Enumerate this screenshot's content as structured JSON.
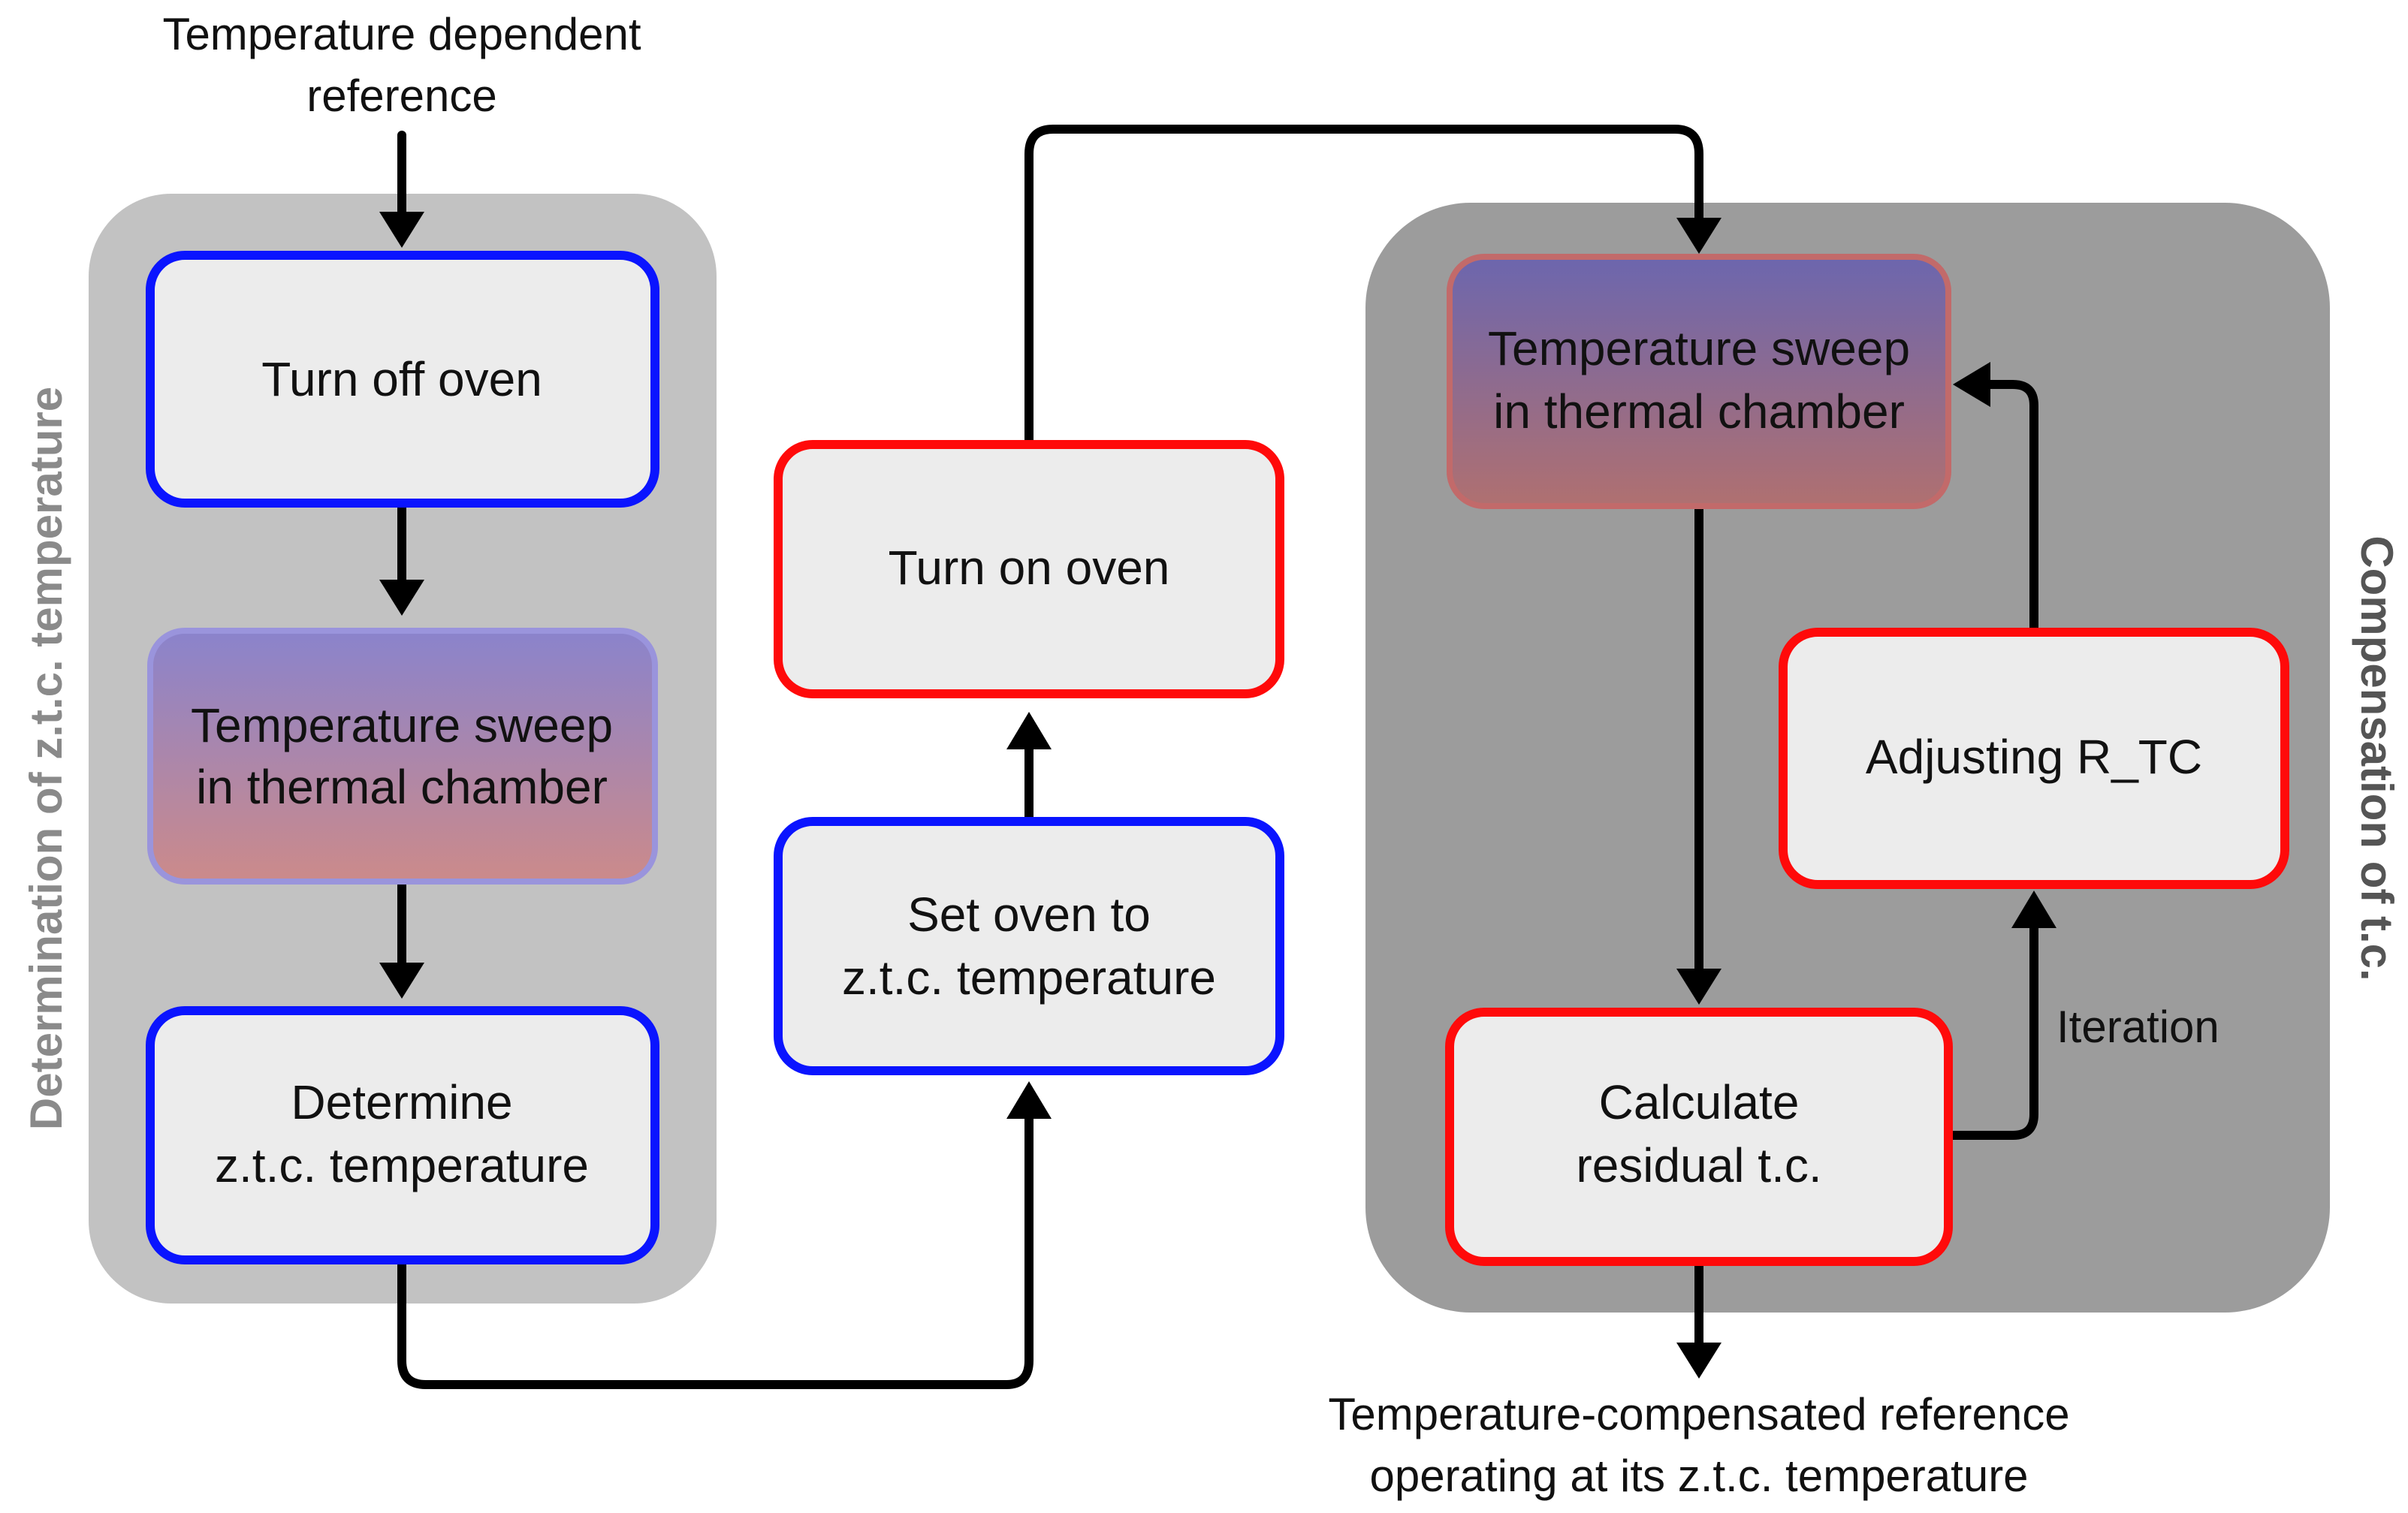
{
  "diagram": {
    "input_label_lines": [
      "Temperature dependent",
      "reference"
    ],
    "output_label_lines": [
      "Temperature-compensated reference",
      "operating at its z.t.c. temperature"
    ],
    "left_group_label": "Determination of z.t.c. temperature",
    "right_group_label": "Compensation of t.c.",
    "iteration_label": "Iteration",
    "nodes": {
      "turn_off_oven": {
        "lines": [
          "Turn off oven"
        ]
      },
      "sweep_left": {
        "lines": [
          "Temperature sweep",
          "in thermal chamber"
        ]
      },
      "determine_ztc": {
        "lines": [
          "Determine",
          "z.t.c. temperature"
        ]
      },
      "set_oven": {
        "lines": [
          "Set oven to",
          "z.t.c. temperature"
        ]
      },
      "turn_on_oven": {
        "lines": [
          "Turn on oven"
        ]
      },
      "sweep_right": {
        "lines": [
          "Temperature sweep",
          "in thermal chamber"
        ]
      },
      "adjusting_rtc": {
        "lines": [
          "Adjusting R_TC"
        ]
      },
      "calculate_residual": {
        "lines": [
          "Calculate",
          "residual t.c."
        ]
      }
    },
    "colors": {
      "blue_border": "#0a14ff",
      "red_border": "#ff0a0a",
      "box_fill": "#ececec",
      "left_group_fill": "#c2c2c2",
      "right_group_fill": "#9c9c9c",
      "sweep_gradient_top": "#7a70c0",
      "sweep_gradient_bottom": "#c98585"
    }
  }
}
